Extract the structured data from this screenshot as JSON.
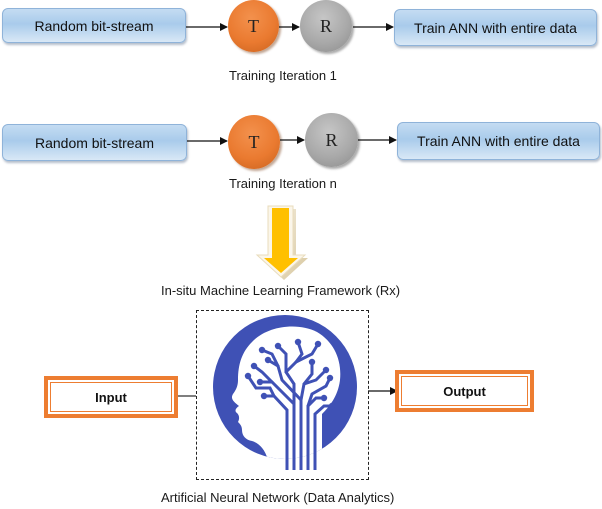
{
  "iterations": [
    {
      "input_label": "Random bit-stream",
      "node_t": "T",
      "node_r": "R",
      "output_label": "Train ANN with entire data",
      "caption": "Training Iteration 1"
    },
    {
      "input_label": "Random bit-stream",
      "node_t": "T",
      "node_r": "R",
      "output_label": "Train ANN with entire data",
      "caption": "Training Iteration n"
    }
  ],
  "framework_caption": "In-situ Machine Learning Framework (Rx)",
  "ann": {
    "input_label": "Input",
    "output_label": "Output",
    "caption": "Artificial Neural Network (Data Analytics)",
    "icon": "brain-circuit-head-icon"
  },
  "colors": {
    "node_t": "#ea7a30",
    "node_r": "#a9a9a9",
    "process_box": "#a9cbeb",
    "io_border": "#ed7d31",
    "arrow_fill": "#ffc000",
    "brain_icon": "#3f51b5"
  }
}
